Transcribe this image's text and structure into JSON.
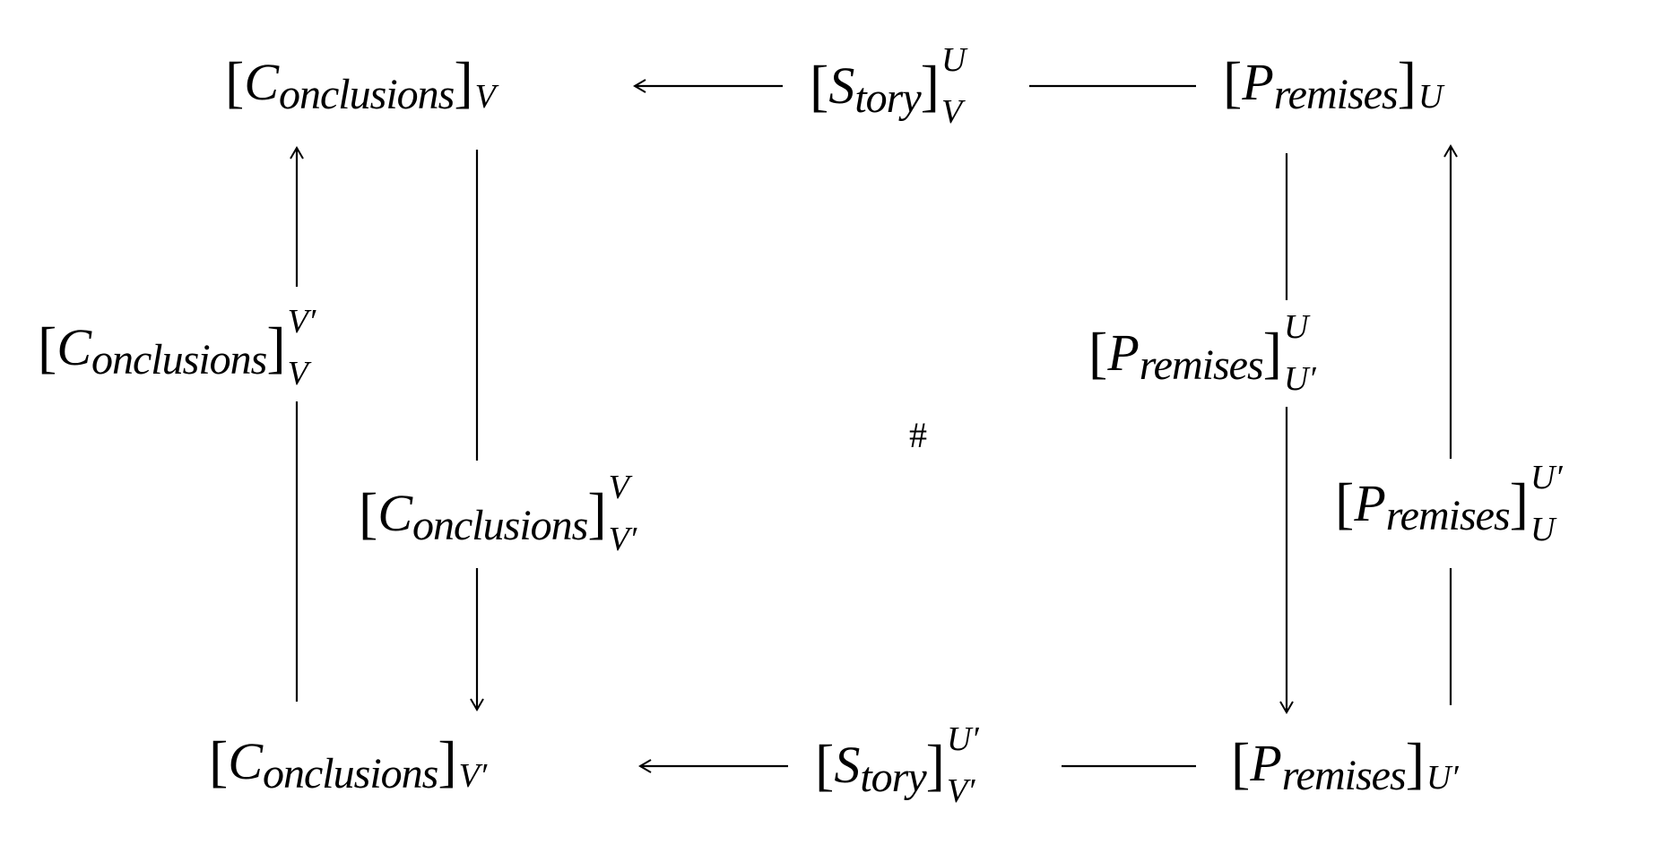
{
  "nodes": {
    "c_v": {
      "main": "C",
      "sub": "onclusions",
      "lower": "V",
      "upper": ""
    },
    "s_top": {
      "main": "S",
      "sub": "tory",
      "lower": "V",
      "upper": "U"
    },
    "p_u": {
      "main": "P",
      "sub": "remises",
      "lower": "U",
      "upper": ""
    },
    "c_vp_v": {
      "main": "C",
      "sub": "onclusions",
      "lower": "V",
      "upper": "V′"
    },
    "c_v_vp": {
      "main": "C",
      "sub": "onclusions",
      "lower": "V′",
      "upper": "V"
    },
    "p_u_up": {
      "main": "P",
      "sub": "remises",
      "lower": "U′",
      "upper": "U"
    },
    "p_up_u": {
      "main": "P",
      "sub": "remises",
      "lower": "U",
      "upper": "U′"
    },
    "c_vp": {
      "main": "C",
      "sub": "onclusions",
      "lower": "V′",
      "upper": ""
    },
    "s_bot": {
      "main": "S",
      "sub": "tory",
      "lower": "V′",
      "upper": "U′"
    },
    "p_up": {
      "main": "P",
      "sub": "remises",
      "lower": "U′",
      "upper": ""
    }
  },
  "center_symbol": "#",
  "bracket_open": "[",
  "bracket_close": "]"
}
